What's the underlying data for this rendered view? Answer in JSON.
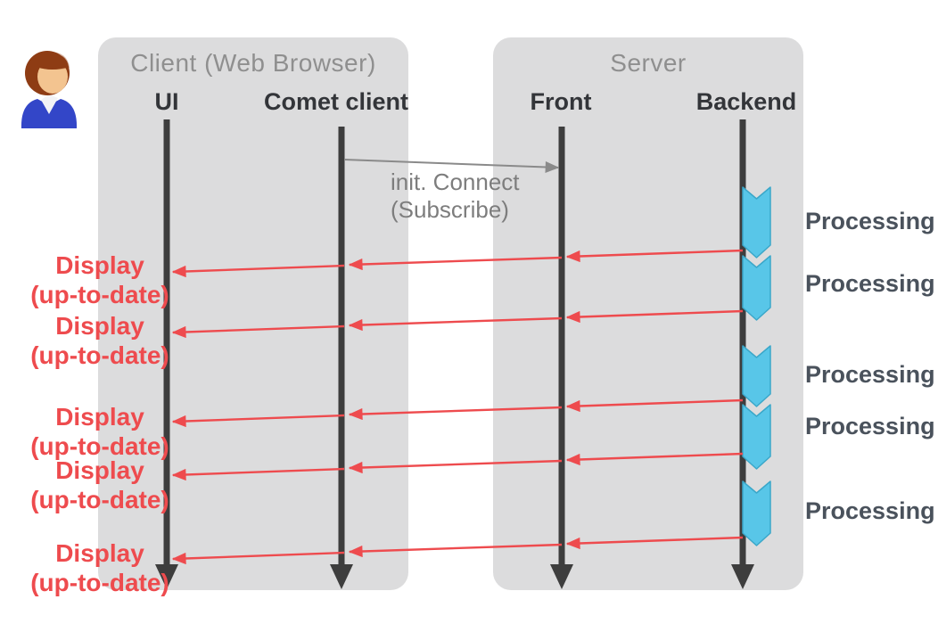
{
  "diagram": {
    "groups": {
      "client": {
        "title": "Client (Web Browser)"
      },
      "server": {
        "title": "Server"
      }
    },
    "lifelines": [
      {
        "label": "UI"
      },
      {
        "label": "Comet client"
      },
      {
        "label": "Front"
      },
      {
        "label": "Backend"
      }
    ],
    "init_message": {
      "line1": "init. Connect",
      "line2": "(Subscribe)"
    },
    "display_labels": [
      {
        "line1": "Display",
        "line2": "(up-to-date)"
      },
      {
        "line1": "Display",
        "line2": "(up-to-date)"
      },
      {
        "line1": "Display",
        "line2": "(up-to-date)"
      },
      {
        "line1": "Display",
        "line2": "(up-to-date)"
      },
      {
        "line1": "Display",
        "line2": "(up-to-date)"
      }
    ],
    "processing_labels": [
      "Processing",
      "Processing",
      "Processing",
      "Processing",
      "Processing"
    ],
    "colors": {
      "panel_background": "#dcdcdd",
      "lifeline": "#3d3d3d",
      "message_red": "#ee4b4e",
      "processing_blue": "#58c6e8",
      "init_gray": "#8a8a8a",
      "header_text": "#8f8f8f"
    }
  }
}
